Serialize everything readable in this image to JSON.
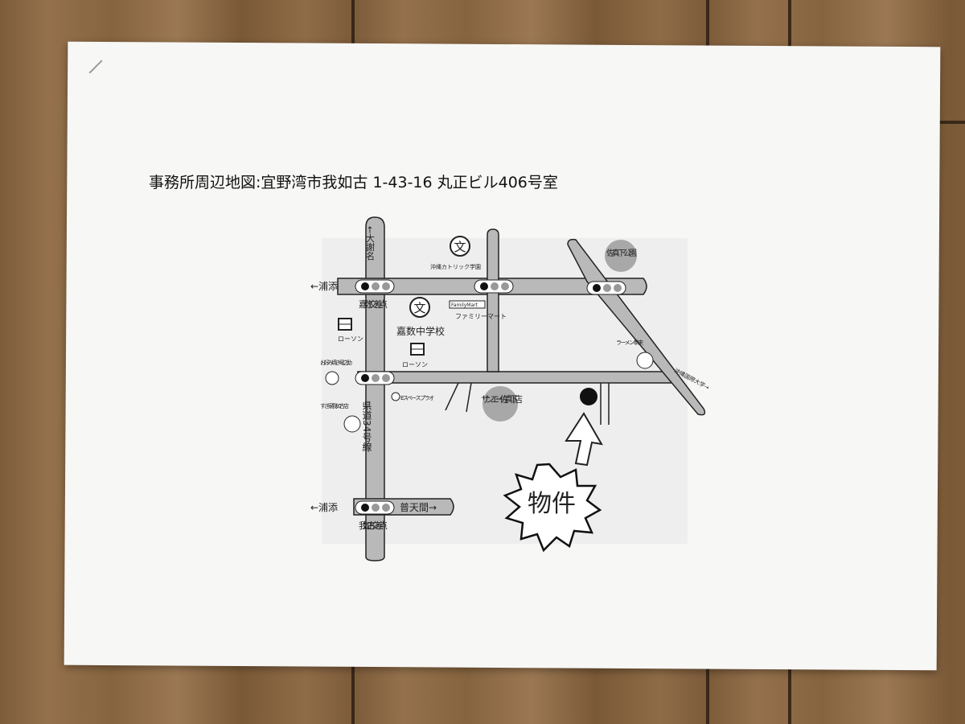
{
  "document": {
    "title": "事務所周辺地図:宜野湾市我如古 1-43-16 丸正ビル406号室"
  },
  "map": {
    "roads": {
      "north_arrow": "←大謝名",
      "west_top": "←浦添",
      "west_bottom": "←浦添",
      "east_bottom": "普天間→",
      "route34": "県道34号線",
      "diagonal": "沖縄国際大学→"
    },
    "intersections": {
      "kasuka": "嘉数交差点",
      "ganeko": "我如古交差点"
    },
    "landmarks": {
      "school_catholic": "沖縄カトリック学園",
      "school_kasuka": "嘉数中学校",
      "familymart": "ファミリーマート",
      "familymart_sign": "FamilyMart",
      "lawson1": "ローソン",
      "lawson2": "ローソン",
      "shop_left": "お好み焼き竜之助",
      "sukiya": "すき家我如古店",
      "espace": "Eスペースプラオ",
      "san_a": "サンエー佐真下店",
      "park": "佐真下公園",
      "ramen": "ラーメン拳来"
    },
    "property": "物件",
    "school_symbol": "文"
  },
  "colors": {
    "road": "#b9b9b9",
    "road_outline": "#222222",
    "marker": "#111111",
    "landmark_fill": "#a8a8a8"
  }
}
